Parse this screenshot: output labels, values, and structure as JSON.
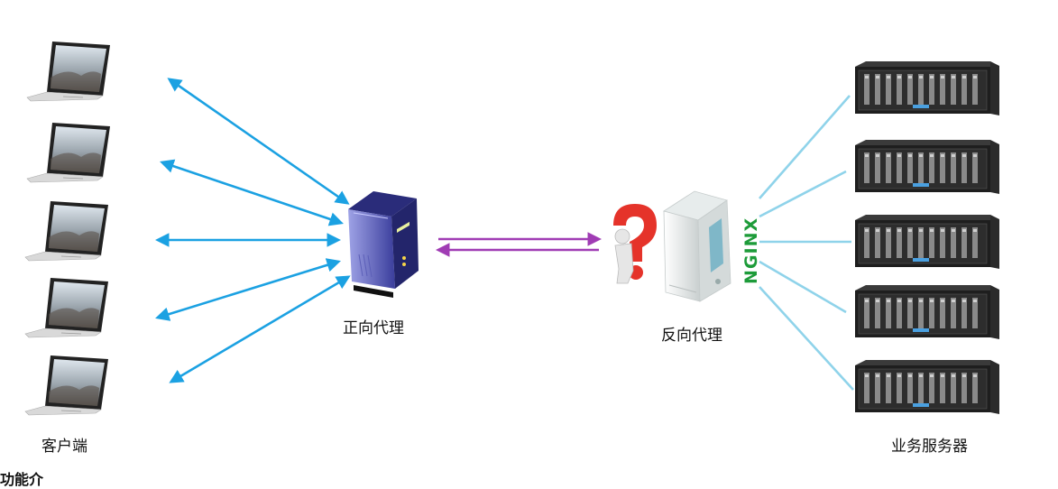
{
  "labels": {
    "clients": "客户端",
    "forward_proxy": "正向代理",
    "reverse_proxy": "反向代理",
    "business_servers": "业务服务器",
    "nginx_logo": "NGINX",
    "cropped_bottom_text": "功能介"
  },
  "colors": {
    "client_arrows": "#1ba1e2",
    "proxy_link": "#a03cb4",
    "server_lines": "#8fd3ea",
    "nginx_green": "#1d9b39",
    "question_mark": "#e5332a"
  },
  "icons": {
    "client": "laptop-icon",
    "forward_proxy": "tower-server-icon",
    "reverse_proxy": "server-with-question-icon",
    "server": "rack-server-icon"
  }
}
